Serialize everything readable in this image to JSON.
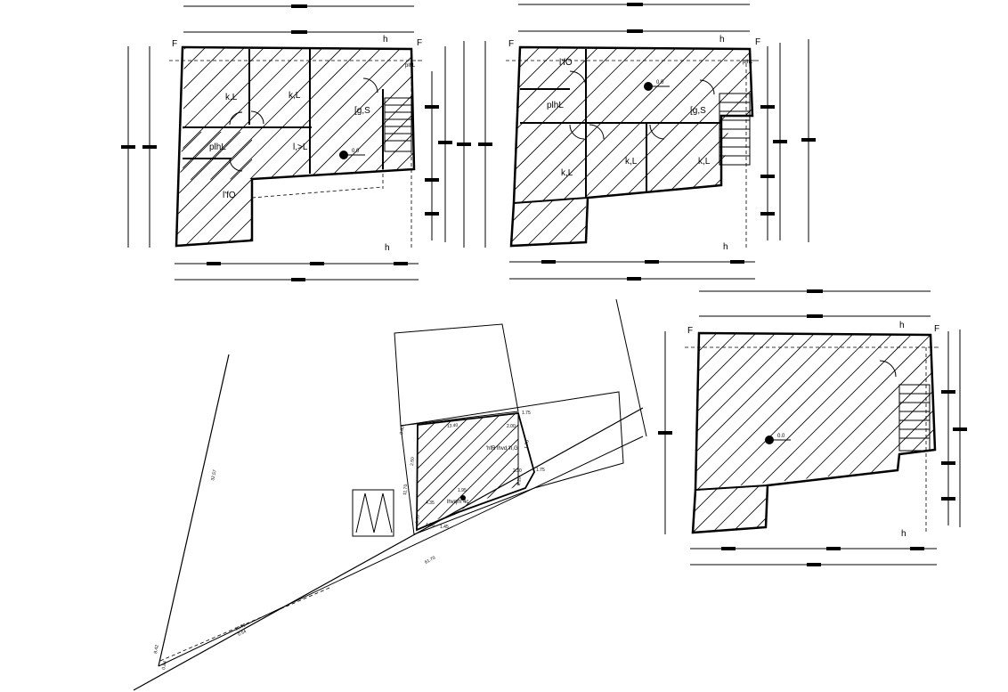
{
  "colors": {
    "ink": "#000000",
    "paper": "#ffffff"
  },
  "markers": {
    "section": "F",
    "arrow": "h"
  },
  "plan_1": {
    "rooms": [
      "k,L",
      "k,L",
      "[g,S",
      "plhL",
      "l,>L",
      "l'fO"
    ],
    "stair_label": "plhL",
    "level": "0.0"
  },
  "plan_2": {
    "rooms": [
      "l'fO",
      "plhL",
      "[g,S",
      "k,L",
      "k,L",
      "k,L"
    ],
    "stair_label": "plhL",
    "level": "0.0"
  },
  "plan_3": {
    "level": "0.0"
  },
  "site_plan": {
    "title": "'hfR lhvd 'h,G",
    "subtitle": "lhvqrh 4c",
    "dimensions": [
      "32.57",
      "61.70",
      "10.72",
      "0.60",
      "13.40",
      "1.75",
      "2.00",
      "1.70",
      "2.30",
      "1.75",
      "11.70",
      "1.95",
      "4.35",
      "3.50",
      "4.35",
      "1.45",
      "8.42",
      "0.84",
      "0.54",
      "2.50",
      "2.20"
    ]
  },
  "icons": [
    "level-datum-icon",
    "section-marker-icon",
    "north-arrow-icon"
  ]
}
